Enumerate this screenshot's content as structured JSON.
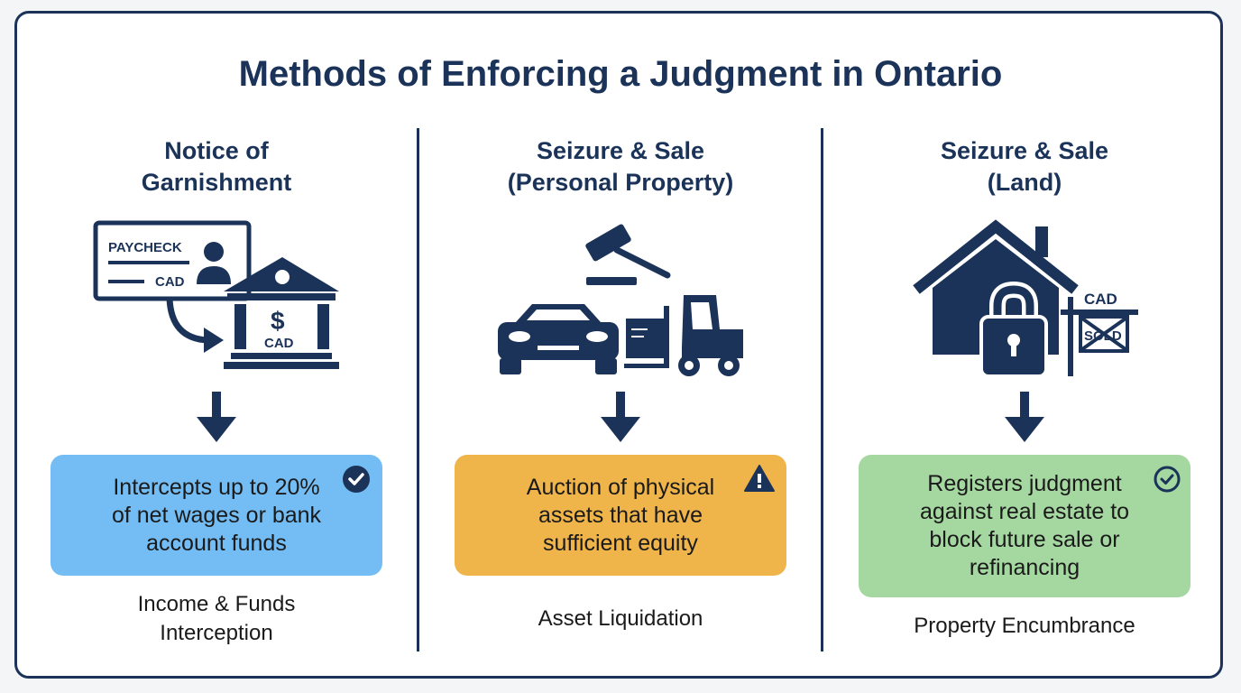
{
  "title": "Methods of Enforcing a Judgment in Ontario",
  "colors": {
    "navy": "#1b3358",
    "card_blue": "#74bdf4",
    "card_orange": "#efb54b",
    "card_green": "#a5d7a0"
  },
  "columns": [
    {
      "heading": [
        "Notice of",
        "Garnishment"
      ],
      "icon_labels": {
        "paycheck": "PAYCHECK",
        "cad_card": "CAD",
        "dollar": "$",
        "cad_bank": "CAD"
      },
      "icons": [
        "paycheck-icon",
        "bank-icon",
        "curved-arrow-icon"
      ],
      "card_lines": [
        "Intercepts up to 20%",
        "of net wages or bank",
        "account funds"
      ],
      "badge": "check-circle-icon",
      "caption_lines": [
        "Income & Funds",
        "Interception"
      ]
    },
    {
      "heading": [
        "Seizure & Sale",
        "(Personal Property)"
      ],
      "icons": [
        "gavel-icon",
        "car-icon",
        "forklift-icon"
      ],
      "card_lines": [
        "Auction of physical",
        "assets that have",
        "sufficient equity"
      ],
      "badge": "warning-icon",
      "caption_lines": [
        "Asset Liquidation"
      ]
    },
    {
      "heading": [
        "Seizure & Sale",
        "(Land)"
      ],
      "icon_labels": {
        "cad_sign": "CAD",
        "sold": "SOLD"
      },
      "icons": [
        "house-icon",
        "padlock-icon",
        "sold-sign-icon"
      ],
      "card_lines": [
        "Registers judgment",
        "against real estate to",
        "block future sale or",
        "refinancing"
      ],
      "badge": "check-circle-outline-icon",
      "caption_lines": [
        "Property Encumbrance"
      ]
    }
  ]
}
